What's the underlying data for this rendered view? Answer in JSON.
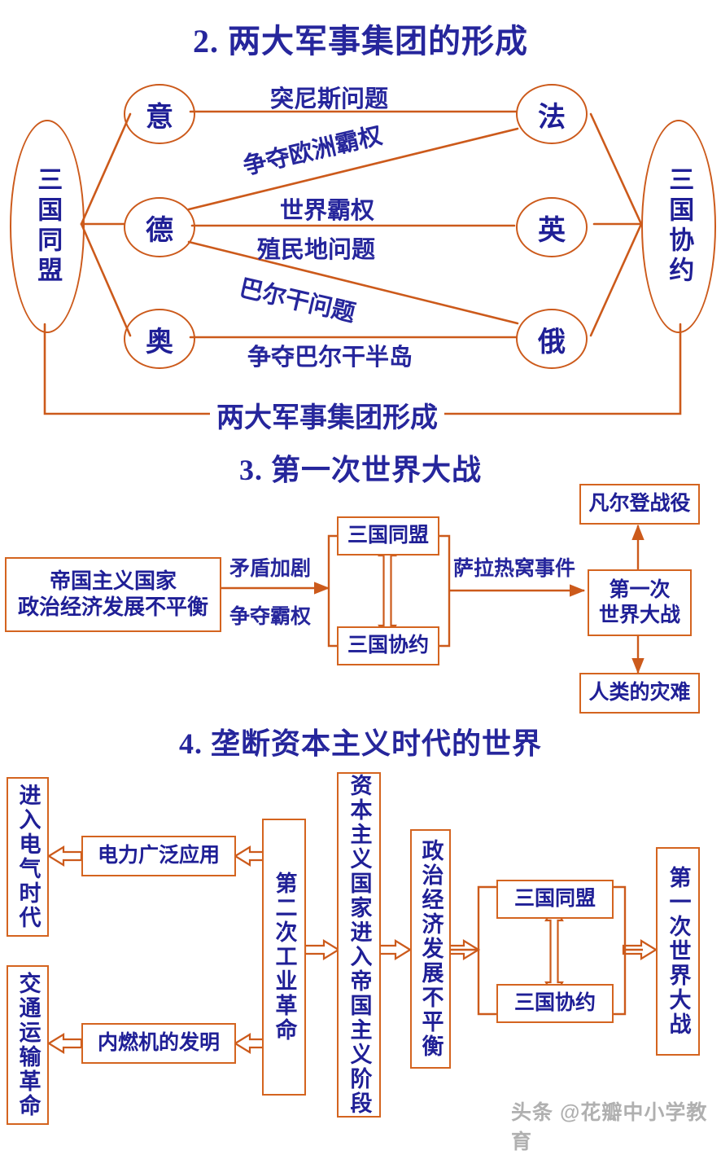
{
  "colors": {
    "line": "#cc5a1b",
    "box_border": "#d4641f",
    "text": "#1f1f96",
    "title": "#26269c",
    "background": "#ffffff",
    "watermark": "#9b9b9b"
  },
  "section2": {
    "title": "2. 两大军事集团的形成",
    "left_group": "三国同盟",
    "right_group": "三国协约",
    "left_nodes": [
      "意",
      "德",
      "奥"
    ],
    "right_nodes": [
      "法",
      "英",
      "俄"
    ],
    "edges": [
      {
        "label": "突尼斯问题",
        "from": "意",
        "to": "法"
      },
      {
        "label": "争夺欧洲霸权",
        "from": "德",
        "to": "法"
      },
      {
        "label": "世界霸权",
        "from": "德",
        "to": "英"
      },
      {
        "label": "殖民地问题",
        "from": "德",
        "to": "英"
      },
      {
        "label": "巴尔干问题",
        "from": "德",
        "to": "俄"
      },
      {
        "label": "争夺巴尔干半岛",
        "from": "奥",
        "to": "俄"
      }
    ],
    "bottom_label": "两大军事集团形成"
  },
  "section3": {
    "title": "3. 第一次世界大战",
    "source_box": {
      "line1": "帝国主义国家",
      "line2": "政治经济发展不平衡"
    },
    "mid_labels": [
      "矛盾加剧",
      "争夺霸权"
    ],
    "alliance_boxes": [
      "三国同盟",
      "三国协约"
    ],
    "trigger_label": "萨拉热窝事件",
    "war_box": {
      "line1": "第一次",
      "line2": "世界大战"
    },
    "outcome_top": "凡尔登战役",
    "outcome_bottom": "人类的灾难"
  },
  "section4": {
    "title": "4. 垄断资本主义时代的世界",
    "left_results": [
      "进入电气时代",
      "交通运输革命"
    ],
    "inventions": [
      "电力广泛应用",
      "内燃机的发明"
    ],
    "revolution": "第二次工业革命",
    "imperialism": "资本主义国家进入帝国主义阶段",
    "imbalance": "政治经济发展不平衡",
    "alliance_boxes": [
      "三国同盟",
      "三国协约"
    ],
    "war": "第一次世界大战"
  },
  "watermark": {
    "text": "头条 @花瓣中小学教育"
  }
}
